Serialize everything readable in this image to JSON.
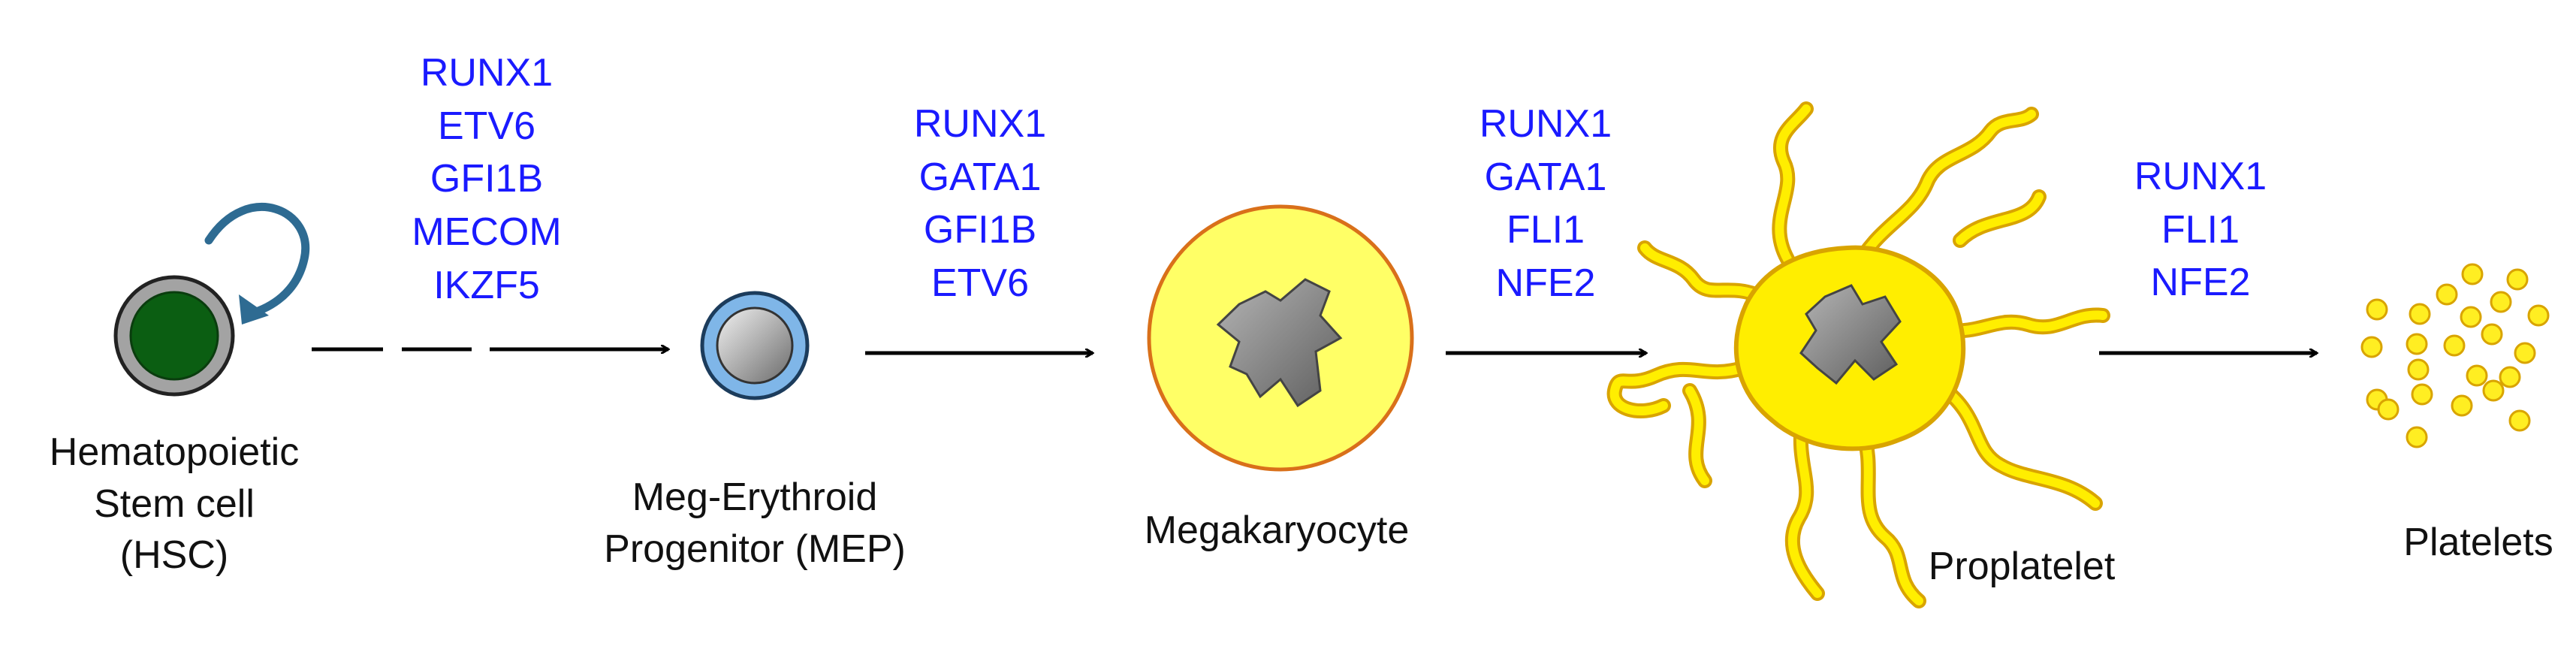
{
  "colors": {
    "factor_text": "#1a1aff",
    "label_text": "#111111",
    "arrow": "#000000",
    "hsc_nucleus": "#0b5e12",
    "self_renew_arrow": "#2e6b92",
    "mep_ring": "#7fb6e8",
    "megakaryocyte_fill": "#ffff66",
    "megakaryocyte_ring": "#d9701a",
    "nucleus_gray": "#8c8c8c",
    "proplatelet_fill": "#ffee00",
    "platelet_fill": "#ffee22"
  },
  "stages": [
    {
      "id": "hsc",
      "label_lines": [
        "Hematopoietic",
        "Stem cell",
        "(HSC)"
      ],
      "icon": "hsc-cell-icon"
    },
    {
      "id": "mep",
      "label_lines": [
        "Meg-Erythroid",
        "Progenitor (MEP)"
      ],
      "icon": "mep-cell-icon"
    },
    {
      "id": "megakaryocyte",
      "label_lines": [
        "Megakaryocyte"
      ],
      "icon": "megakaryocyte-cell-icon"
    },
    {
      "id": "proplatelet",
      "label_lines": [
        "Proplatelet"
      ],
      "icon": "proplatelet-cell-icon"
    },
    {
      "id": "platelets",
      "label_lines": [
        "Platelets"
      ],
      "icon": "platelets-icon"
    }
  ],
  "transitions": [
    {
      "factors": [
        "RUNX1",
        "ETV6",
        "GFI1B",
        "MECOM",
        "IKZF5"
      ],
      "arrow_style": "dashed"
    },
    {
      "factors": [
        "RUNX1",
        "GATA1",
        "GFI1B",
        "ETV6"
      ],
      "arrow_style": "solid"
    },
    {
      "factors": [
        "RUNX1",
        "GATA1",
        "FLI1",
        "NFE2"
      ],
      "arrow_style": "solid"
    },
    {
      "factors": [
        "RUNX1",
        "FLI1",
        "NFE2"
      ],
      "arrow_style": "solid"
    }
  ]
}
